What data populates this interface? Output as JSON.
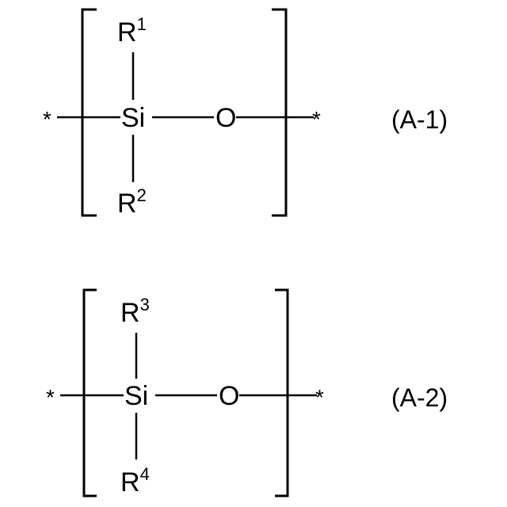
{
  "formulas": [
    {
      "upper_group": "R",
      "upper_index": "1",
      "lower_group": "R",
      "lower_index": "2",
      "central_atom": "Si",
      "linker_atom": "O",
      "end_left": "*",
      "end_right": "*",
      "label": "(A-1)"
    },
    {
      "upper_group": "R",
      "upper_index": "3",
      "lower_group": "R",
      "lower_index": "4",
      "central_atom": "Si",
      "linker_atom": "O",
      "end_left": "*",
      "end_right": "*",
      "label": "(A-2)"
    }
  ]
}
